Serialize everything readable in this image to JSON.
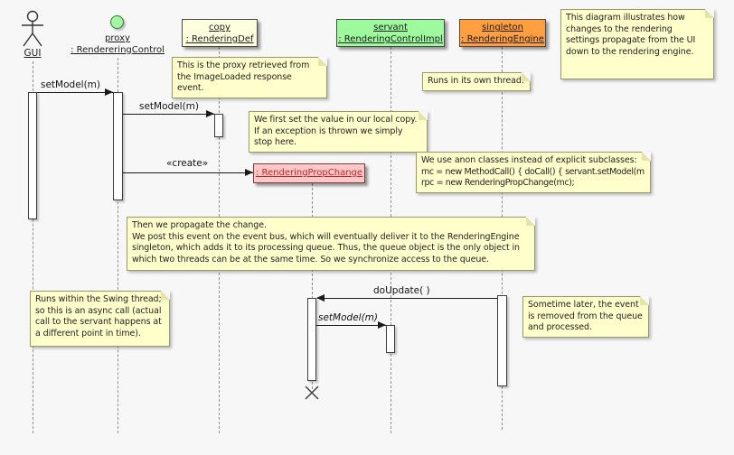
{
  "actors": {
    "gui": {
      "label": "GUI"
    },
    "proxy": {
      "name": "proxy",
      "type": ": RendereringControl"
    },
    "copy": {
      "name": "copy",
      "type": ": RenderingDef"
    },
    "servant": {
      "name": "servant",
      "type": ": RenderingControlImpl"
    },
    "singleton": {
      "name": "singleton",
      "type": ": RenderingEngine"
    },
    "propchange": {
      "label": ": RenderingPropChange"
    }
  },
  "messages": {
    "setmodel_gui": "setModel(m)",
    "setmodel_copy": "setModel(m)",
    "create": "«create»",
    "doupdate": "doUpdate( )",
    "setmodel_async": "setModel(m)"
  },
  "notes": {
    "overview": "This diagram illustrates how changes to the rendering settings propagate from the UI down to the rendering engine.",
    "proxy": "This is the proxy retrieved from the ImageLoaded response event.",
    "own_thread": "Runs in its own thread.",
    "local_copy": "We first set the value in our local copy. If an exception is thrown we simply stop here.",
    "anon_line1": "We use anon classes instead of explicit subclasses:",
    "anon_line2": "mc = new MethodCall() { doCall() { servant.setModel(m); } }",
    "anon_line3": "rpc = new RenderingPropChange(mc);",
    "propagate_line1": "Then we propagate the change.",
    "propagate_line2": "We post this event on the event bus, which will eventually deliver it to the RenderingEngine singleton, which adds it to its processing queue. Thus, the queue object is the only object in which two threads can be at the same time. So we synchronize access to the queue.",
    "swing": "Runs within the Swing thread; so this is an async call (actual call to the servant happens at a different point in time).",
    "later": "Sometime later, the event is removed from the queue and processed."
  },
  "colors": {
    "background": "#f7f7f7",
    "note_bg": "#ffffcc",
    "copy_box_bg": "#ffffe0",
    "servant_box_bg": "#9dfb9d",
    "singleton_box_bg": "#ff9f40",
    "proxy_ball": "#a4f7a4",
    "propchange_bg": "#ffc8c8",
    "propchange_text": "#c22222"
  }
}
